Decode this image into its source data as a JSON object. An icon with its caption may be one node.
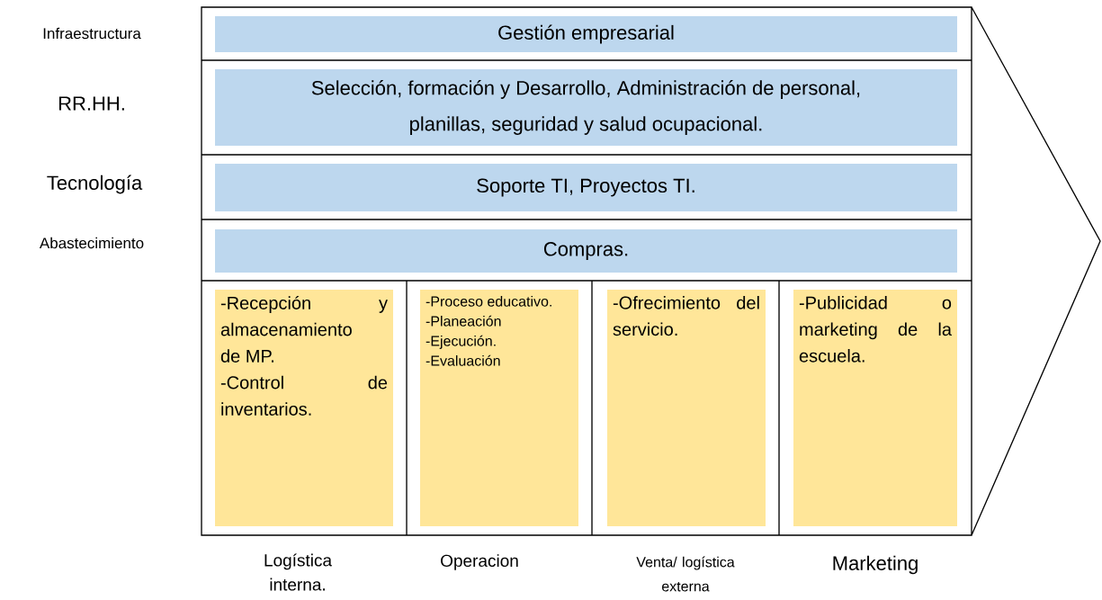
{
  "diagram": {
    "nodes": [
      {
        "text": [
          "Gestión empresarial"
        ]
      },
      {
        "text": [
          "Selección, formación y Desarrollo, Administración de personal, planillas, seguridad y salud ocupacional."
        ]
      },
      {
        "text": [
          "Soporte TI, Proyectos TI."
        ]
      },
      {
        "text": [
          "Compras."
        ]
      },
      {
        "text": [
          "-Recepción y almacenamiento de MP.",
          "-Control de inventarios."
        ],
        "beside": [
          "Logística interna."
        ]
      },
      {
        "text": [
          "-Proceso educativo.",
          "-Planeación",
          "-Ejecución.",
          "-Evaluación"
        ],
        "beside": [
          "Operacion"
        ]
      },
      {
        "text": [
          "-Ofrecimiento del servicio."
        ],
        "beside": [
          "Venta/ logística externa"
        ]
      },
      {
        "text": [
          "-Publicidad o marketing de la escuela."
        ],
        "beside": [
          "Marketing"
        ]
      }
    ],
    "labels": [
      "Infraestructura",
      "RR.HH.",
      "Tecnología",
      "Abastecimiento"
    ]
  }
}
